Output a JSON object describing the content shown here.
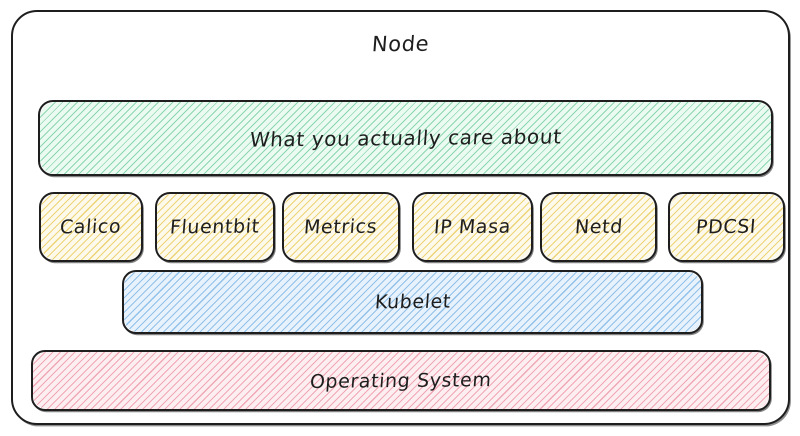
{
  "diagram": {
    "type": "layered-architecture",
    "title": "Node",
    "background_color": "#ffffff",
    "stroke_color": "#1e1e1e",
    "node": {
      "label": "Node",
      "fill": "transparent"
    },
    "layers": [
      {
        "id": "workload",
        "label": "What you actually care about",
        "color": "#66c896",
        "fill_style": "hachure-green"
      },
      {
        "id": "kubelet",
        "label": "Kubelet",
        "color": "#69aae1",
        "fill_style": "hachure-blue"
      },
      {
        "id": "os",
        "label": "Operating System",
        "color": "#e8788c",
        "fill_style": "hachure-red"
      }
    ],
    "agents": {
      "color": "#e8c346",
      "fill_style": "hachure-yellow",
      "items": [
        {
          "label": "Calico"
        },
        {
          "label": "Fluentbit"
        },
        {
          "label": "Metrics"
        },
        {
          "label": "IP Masa"
        },
        {
          "label": "Netd"
        },
        {
          "label": "PDCSI"
        }
      ]
    }
  }
}
